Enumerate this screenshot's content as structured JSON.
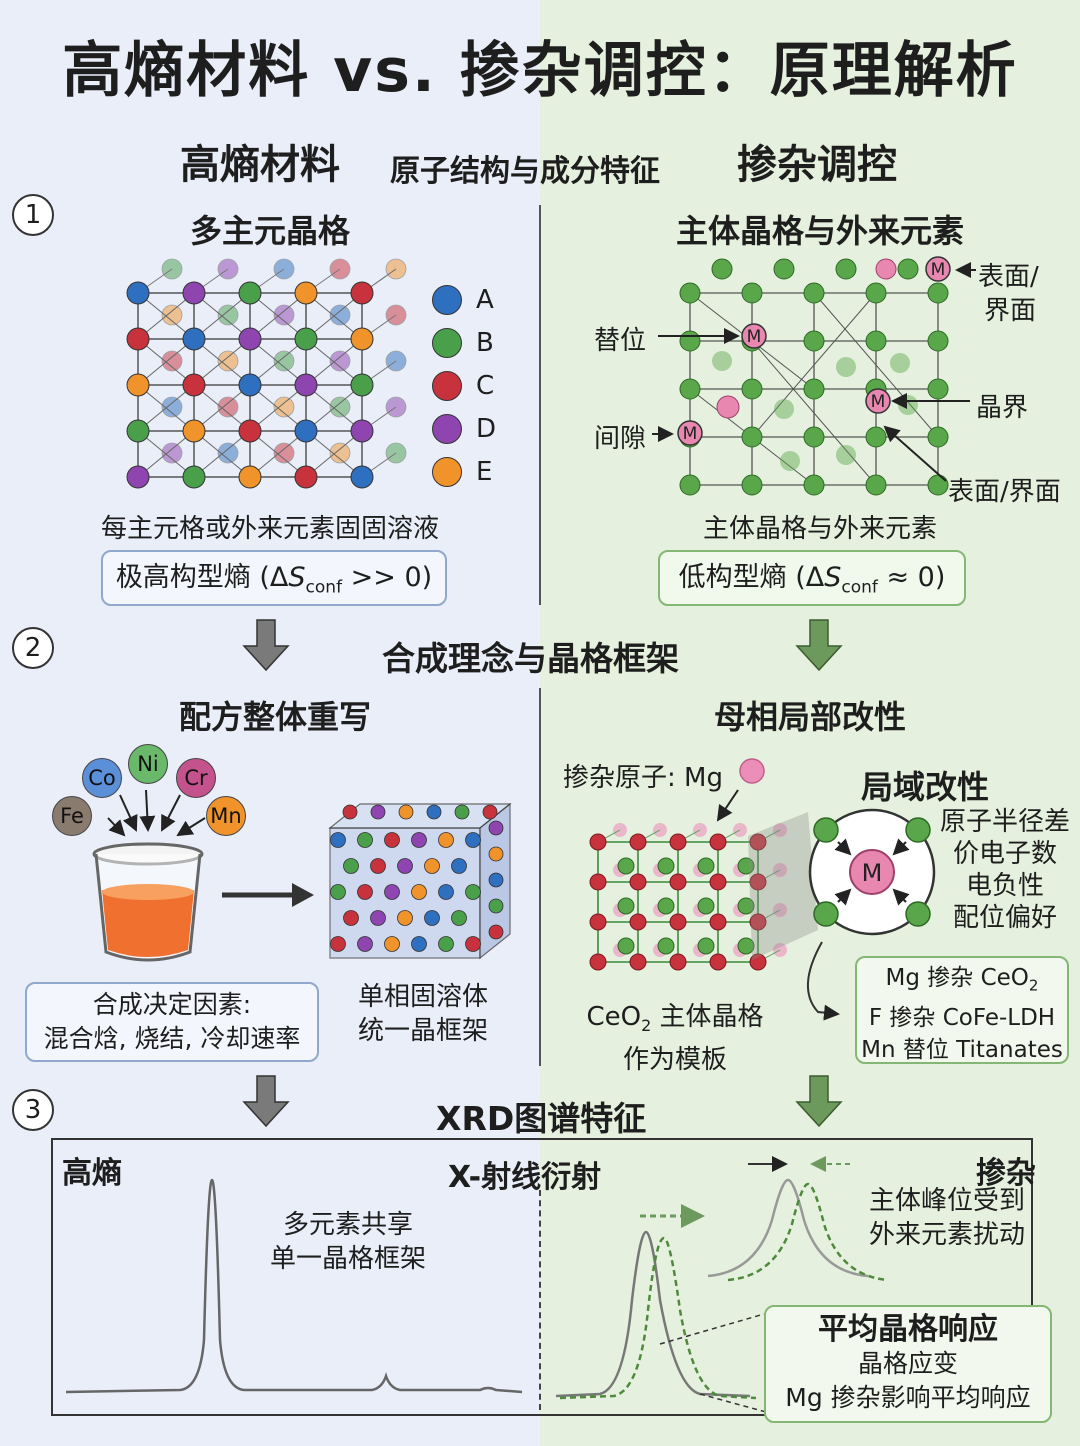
{
  "title": "高熵材料 vs. 掺杂调控：原理解析",
  "header": {
    "left": "高熵材料",
    "middle": "原子结构与成分特征",
    "right": "掺杂调控"
  },
  "section1": {
    "num": "1",
    "left_title": "多主元晶格",
    "right_title": "主体晶格与外来元素",
    "legend": [
      "A",
      "B",
      "C",
      "D",
      "E"
    ],
    "legend_colors": [
      "#2f6fc0",
      "#4aa04a",
      "#c8323c",
      "#8e45b0",
      "#f0932b"
    ],
    "left_caption": "每主元格或外来元素固固溶液",
    "right_caption": "主体晶格与外来元素",
    "left_entropy_pre": "极高构型熵 (Δ",
    "left_entropy_s": "S",
    "left_entropy_sub": "conf",
    "left_entropy_post": " >> 0)",
    "right_entropy_pre": "低构型熵 (Δ",
    "right_entropy_s": "S",
    "right_entropy_sub": "conf",
    "right_entropy_post": " ≈ 0)",
    "labels": {
      "substitution": "替位",
      "interstitial": "间隙",
      "surface_top_1": "表面/",
      "surface_top_2": "界面",
      "grain_boundary": "晶界",
      "surface_bottom": "表面/界面",
      "m": "M"
    }
  },
  "section2": {
    "num": "2",
    "title": "合成理念与晶格框架",
    "left_title": "配方整体重写",
    "right_title": "母相局部改性",
    "elements": [
      "Co",
      "Ni",
      "Cr",
      "Fe",
      "Mn"
    ],
    "element_colors": [
      "#5b8fd8",
      "#6ab86a",
      "#c4528c",
      "#8a7b6f",
      "#f0932b"
    ],
    "factors_line1": "合成决定因素:",
    "factors_line2": "混合焓, 烧结, 冷却速率",
    "single_phase_1": "单相固溶体",
    "single_phase_2": "统一晶框架",
    "dopant_label": "掺杂原子: Mg",
    "host_line1_pre": "CeO",
    "host_line1_sub": "2",
    "host_line1_post": " 主体晶格",
    "host_line2": "作为模板",
    "local_title": "局域改性",
    "local_items": [
      "原子半径差",
      "价电子数",
      "电负性",
      "配位偏好"
    ],
    "examples": [
      {
        "pre": "Mg 掺杂 CeO",
        "sub": "2"
      },
      {
        "pre": "F 掺杂 CoFe-LDH",
        "sub": ""
      },
      {
        "pre": "Mn 替位 Titanates",
        "sub": ""
      }
    ]
  },
  "section3": {
    "num": "3",
    "title": "XRD图谱特征",
    "left_label": "高熵",
    "center_label": "X-射线衍射",
    "right_label": "掺杂",
    "left_note_1": "多元素共享",
    "left_note_2": "单一晶格框架",
    "right_note_1": "主体峰位受到",
    "right_note_2": "外来元素扰动",
    "avg_title": "平均晶格响应",
    "avg_line1": "晶格应变",
    "avg_line2": "Mg 掺杂影响平均响应"
  },
  "colors": {
    "left_bg": "#e9eef8",
    "right_bg": "#e5f1de",
    "arrow_gray": "#7a7a7a",
    "arrow_green": "#6c9a5c",
    "dopant_pink": "#e887b0"
  }
}
